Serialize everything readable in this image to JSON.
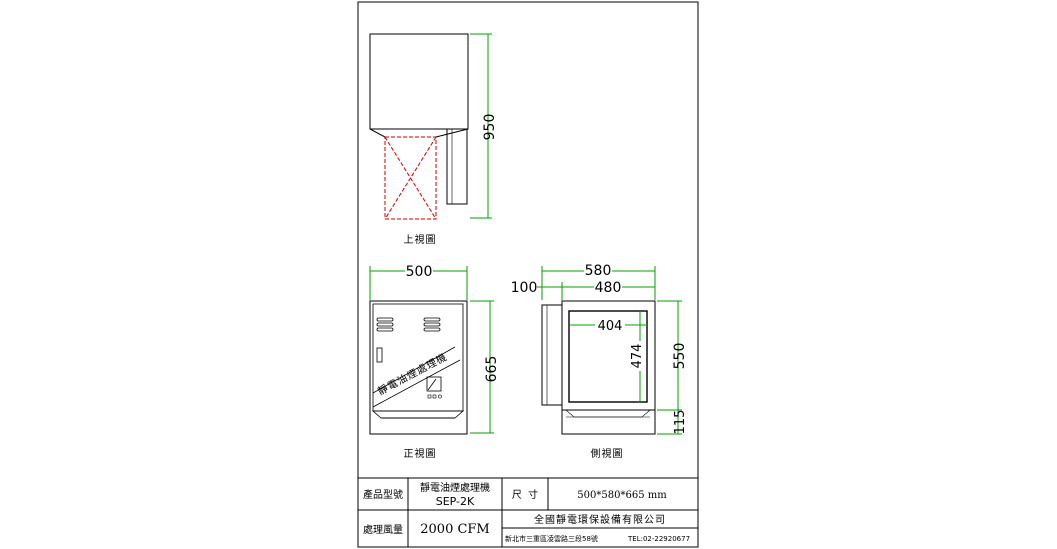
{
  "views": {
    "top": {
      "caption": "上視圖",
      "dim_depth": "950"
    },
    "front": {
      "caption": "正視圖",
      "dim_width": "500",
      "dim_height": "665",
      "panel_label": "靜電油煙處理機"
    },
    "side": {
      "caption": "側視圖",
      "dim_total": "580",
      "dim_front": "100",
      "dim_body": "480",
      "dim_inner_width": "404",
      "dim_inner_height": "474",
      "dim_body_height": "550",
      "dim_base": "115"
    }
  },
  "title_block": {
    "model_label": "產品型號",
    "product_name": "靜電油煙處理機",
    "model_no": "SEP-2K",
    "size_label": "尺  寸",
    "size_value": "500*580*665 mm",
    "airflow_label": "處理風量",
    "airflow_value": "2000 CFM",
    "company": "全國靜電環保設備有限公司",
    "address": "新北市三重區凌雲路三段58號",
    "tel": "TEL:02-22920677"
  }
}
